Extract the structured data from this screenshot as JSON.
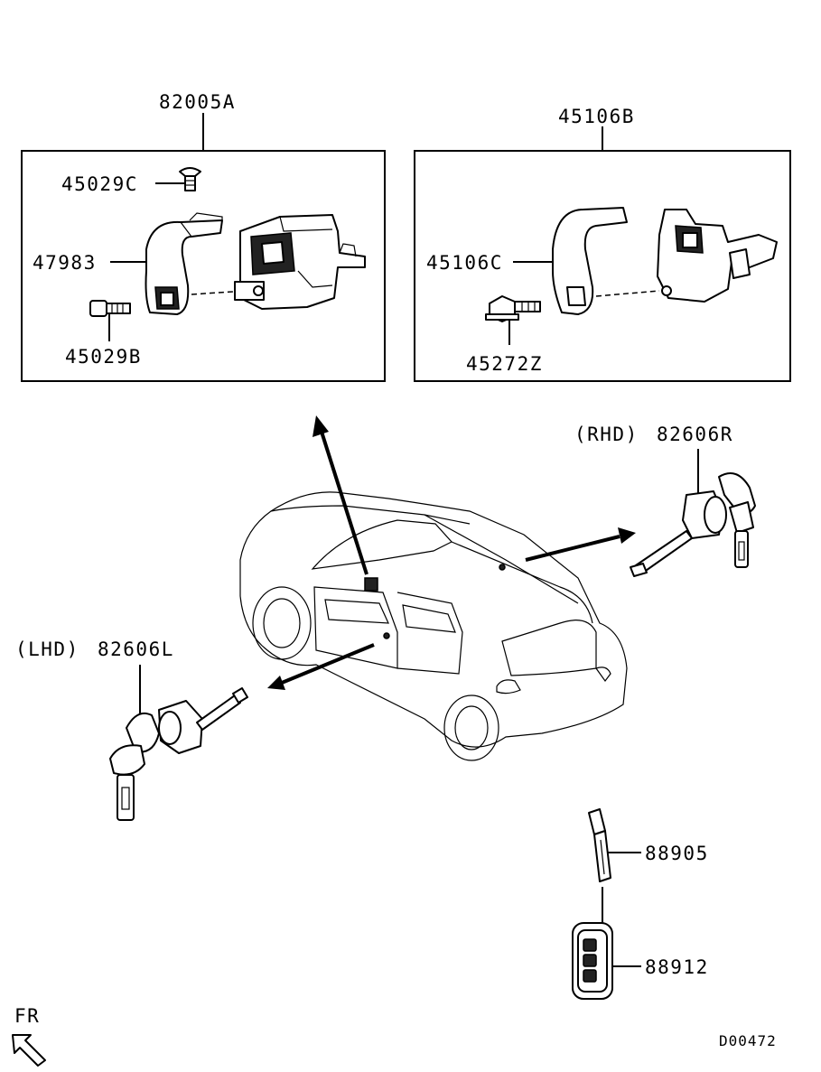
{
  "parts": {
    "assembly_left": "82005A",
    "screw_top_left": "45029C",
    "cover_left": "47983",
    "bolt_left": "45029B",
    "assembly_right": "45106B",
    "cover_right": "45106C",
    "bolt_right": "45272Z",
    "door_lock_rhd_prefix": "(RHD)",
    "door_lock_rhd": "82606R",
    "door_lock_lhd_prefix": "(LHD)",
    "door_lock_lhd": "82606L",
    "key": "88905",
    "remote": "88912"
  },
  "orientation": {
    "label": "FR"
  },
  "diagram_code": "D00472"
}
